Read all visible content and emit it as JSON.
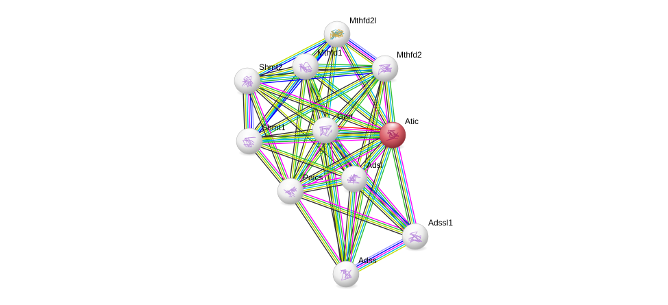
{
  "diagram": {
    "type": "protein-interaction-network",
    "edge_colors": {
      "neighborhood": "#00d000",
      "gene_fusion": "#ff0000",
      "cooccurrence": "#0000ff",
      "coexpression": "#333333",
      "experiments": "#ff00ff",
      "databases": "#00b6e0",
      "textmining": "#c2dd00",
      "homology": "#9999ff",
      "neighborhood_green": "#30c030"
    },
    "node_fill": "#e8e8e8",
    "query_node_fill": "#d0505a",
    "structure_tint": "#b07ad8",
    "nodes": [
      {
        "id": "Mthfd2l",
        "label": "Mthfd2l",
        "query": false
      },
      {
        "id": "Mthfd1",
        "label": "Mthfd1",
        "query": false
      },
      {
        "id": "Mthfd2",
        "label": "Mthfd2",
        "query": false
      },
      {
        "id": "Shmt2",
        "label": "Shmt2",
        "query": false
      },
      {
        "id": "Gart",
        "label": "Gart",
        "query": false
      },
      {
        "id": "Atic",
        "label": "Atic",
        "query": true
      },
      {
        "id": "Shmt1",
        "label": "Shmt1",
        "query": false
      },
      {
        "id": "Adsl",
        "label": "Adsl",
        "query": false
      },
      {
        "id": "Paics",
        "label": "Paics",
        "query": false
      },
      {
        "id": "Adssl1",
        "label": "Adssl1",
        "query": false
      },
      {
        "id": "Adss",
        "label": "Adss",
        "query": false
      }
    ],
    "edges": [
      {
        "a": "Mthfd2l",
        "b": "Mthfd1",
        "types": [
          "cooccurrence",
          "databases",
          "textmining",
          "coexpression",
          "neighborhood_green"
        ]
      },
      {
        "a": "Mthfd2l",
        "b": "Mthfd2",
        "types": [
          "homology",
          "cooccurrence",
          "experiments",
          "coexpression",
          "textmining"
        ]
      },
      {
        "a": "Mthfd2l",
        "b": "Shmt2",
        "types": [
          "cooccurrence",
          "databases",
          "textmining"
        ]
      },
      {
        "a": "Mthfd2l",
        "b": "Gart",
        "types": [
          "databases",
          "textmining",
          "coexpression"
        ]
      },
      {
        "a": "Mthfd2l",
        "b": "Atic",
        "types": [
          "databases",
          "textmining",
          "coexpression",
          "experiments"
        ]
      },
      {
        "a": "Mthfd2l",
        "b": "Shmt1",
        "types": [
          "cooccurrence",
          "databases",
          "textmining"
        ]
      },
      {
        "a": "Mthfd2l",
        "b": "Paics",
        "types": [
          "textmining",
          "coexpression"
        ]
      },
      {
        "a": "Mthfd1",
        "b": "Mthfd2",
        "types": [
          "neighborhood_green",
          "databases",
          "textmining",
          "coexpression"
        ]
      },
      {
        "a": "Mthfd1",
        "b": "Shmt2",
        "types": [
          "neighborhood_green",
          "databases",
          "textmining",
          "coexpression"
        ]
      },
      {
        "a": "Mthfd1",
        "b": "Gart",
        "types": [
          "neighborhood_green",
          "databases",
          "textmining",
          "coexpression",
          "experiments"
        ]
      },
      {
        "a": "Mthfd1",
        "b": "Atic",
        "types": [
          "neighborhood_green",
          "databases",
          "textmining",
          "coexpression"
        ]
      },
      {
        "a": "Mthfd1",
        "b": "Shmt1",
        "types": [
          "cooccurrence",
          "databases",
          "textmining",
          "coexpression"
        ]
      },
      {
        "a": "Mthfd1",
        "b": "Paics",
        "types": [
          "neighborhood_green",
          "textmining",
          "coexpression"
        ]
      },
      {
        "a": "Mthfd1",
        "b": "Adsl",
        "types": [
          "neighborhood_green",
          "textmining",
          "coexpression"
        ]
      },
      {
        "a": "Mthfd1",
        "b": "Adss",
        "types": [
          "neighborhood_green",
          "textmining",
          "coexpression"
        ]
      },
      {
        "a": "Mthfd2",
        "b": "Shmt2",
        "types": [
          "cooccurrence",
          "neighborhood_green",
          "databases",
          "textmining",
          "coexpression"
        ]
      },
      {
        "a": "Mthfd2",
        "b": "Gart",
        "types": [
          "neighborhood_green",
          "databases",
          "textmining",
          "coexpression"
        ]
      },
      {
        "a": "Mthfd2",
        "b": "Atic",
        "types": [
          "neighborhood_green",
          "databases",
          "textmining",
          "coexpression",
          "experiments"
        ]
      },
      {
        "a": "Mthfd2",
        "b": "Shmt1",
        "types": [
          "neighborhood_green",
          "databases",
          "textmining",
          "coexpression"
        ]
      },
      {
        "a": "Mthfd2",
        "b": "Paics",
        "types": [
          "neighborhood_green",
          "textmining",
          "coexpression"
        ]
      },
      {
        "a": "Mthfd2",
        "b": "Adsl",
        "types": [
          "textmining",
          "coexpression"
        ]
      },
      {
        "a": "Mthfd2",
        "b": "Adss",
        "types": [
          "neighborhood_green",
          "textmining",
          "coexpression"
        ]
      },
      {
        "a": "Shmt2",
        "b": "Shmt1",
        "types": [
          "homology",
          "cooccurrence",
          "experiments",
          "databases",
          "textmining",
          "coexpression"
        ]
      },
      {
        "a": "Shmt2",
        "b": "Gart",
        "types": [
          "neighborhood_green",
          "textmining",
          "coexpression"
        ]
      },
      {
        "a": "Shmt2",
        "b": "Atic",
        "types": [
          "experiments",
          "neighborhood_green",
          "textmining",
          "coexpression"
        ]
      },
      {
        "a": "Shmt2",
        "b": "Paics",
        "types": [
          "experiments",
          "neighborhood_green",
          "textmining",
          "coexpression"
        ]
      },
      {
        "a": "Shmt2",
        "b": "Adsl",
        "types": [
          "textmining",
          "coexpression"
        ]
      },
      {
        "a": "Gart",
        "b": "Atic",
        "types": [
          "gene_fusion",
          "experiments",
          "neighborhood_green",
          "databases",
          "textmining",
          "coexpression"
        ]
      },
      {
        "a": "Gart",
        "b": "Shmt1",
        "types": [
          "databases",
          "neighborhood_green",
          "textmining",
          "coexpression"
        ]
      },
      {
        "a": "Gart",
        "b": "Paics",
        "types": [
          "experiments",
          "neighborhood_green",
          "databases",
          "textmining",
          "coexpression"
        ]
      },
      {
        "a": "Gart",
        "b": "Adsl",
        "types": [
          "cooccurrence",
          "experiments",
          "neighborhood_green",
          "databases",
          "textmining",
          "coexpression"
        ]
      },
      {
        "a": "Gart",
        "b": "Adss",
        "types": [
          "experiments",
          "neighborhood_green",
          "databases",
          "textmining",
          "coexpression"
        ]
      },
      {
        "a": "Gart",
        "b": "Adssl1",
        "types": [
          "experiments",
          "neighborhood_green",
          "databases",
          "textmining",
          "coexpression"
        ]
      },
      {
        "a": "Atic",
        "b": "Shmt1",
        "types": [
          "experiments",
          "neighborhood_green",
          "databases",
          "textmining",
          "coexpression"
        ]
      },
      {
        "a": "Atic",
        "b": "Paics",
        "types": [
          "experiments",
          "neighborhood_green",
          "databases",
          "textmining",
          "coexpression"
        ]
      },
      {
        "a": "Atic",
        "b": "Adsl",
        "types": [
          "experiments",
          "neighborhood_green",
          "databases",
          "textmining",
          "coexpression"
        ]
      },
      {
        "a": "Atic",
        "b": "Adss",
        "types": [
          "neighborhood_green",
          "databases",
          "textmining",
          "coexpression"
        ]
      },
      {
        "a": "Atic",
        "b": "Adssl1",
        "types": [
          "experiments",
          "databases",
          "textmining",
          "coexpression",
          "neighborhood_green"
        ]
      },
      {
        "a": "Shmt1",
        "b": "Paics",
        "types": [
          "experiments",
          "neighborhood_green",
          "textmining",
          "coexpression"
        ]
      },
      {
        "a": "Shmt1",
        "b": "Adsl",
        "types": [
          "neighborhood_green",
          "textmining",
          "coexpression"
        ]
      },
      {
        "a": "Paics",
        "b": "Adsl",
        "types": [
          "experiments",
          "neighborhood_green",
          "databases",
          "textmining",
          "coexpression"
        ]
      },
      {
        "a": "Paics",
        "b": "Adss",
        "types": [
          "experiments",
          "neighborhood_green",
          "textmining",
          "coexpression"
        ]
      },
      {
        "a": "Paics",
        "b": "Adssl1",
        "types": [
          "experiments",
          "neighborhood_green",
          "textmining",
          "coexpression"
        ]
      },
      {
        "a": "Adsl",
        "b": "Adss",
        "types": [
          "experiments",
          "neighborhood_green",
          "databases",
          "textmining",
          "coexpression"
        ]
      },
      {
        "a": "Adsl",
        "b": "Adssl1",
        "types": [
          "cooccurrence",
          "experiments",
          "neighborhood_green",
          "databases",
          "textmining",
          "coexpression"
        ]
      },
      {
        "a": "Adss",
        "b": "Adssl1",
        "types": [
          "homology",
          "cooccurrence",
          "experiments",
          "databases",
          "textmining"
        ]
      }
    ]
  }
}
